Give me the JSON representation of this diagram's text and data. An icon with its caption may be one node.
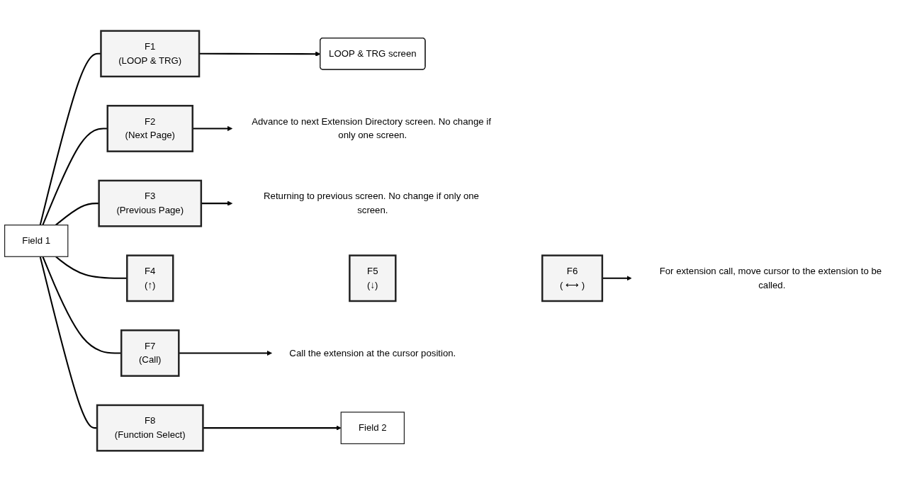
{
  "diagram": {
    "nodes": [
      {
        "text": [
          "Field 1"
        ]
      },
      {
        "text": [
          "F1",
          "(LOOP & TRG)"
        ]
      },
      {
        "text": [
          "LOOP & TRG screen"
        ]
      },
      {
        "text": [
          "F2",
          "(Next Page)"
        ]
      },
      {
        "text": [
          "Advance to next Extension Directory screen. No change if only one screen."
        ]
      },
      {
        "text": [
          "F3",
          "(Previous Page)"
        ]
      },
      {
        "text": [
          "Returning to previous screen. No change if only one screen."
        ]
      },
      {
        "text": [
          "F4",
          "(↑)"
        ]
      },
      {
        "text": [
          "F5",
          "(↓)"
        ]
      },
      {
        "text": [
          "F6",
          "( ⟷ )"
        ]
      },
      {
        "text": [
          "For extension call, move cursor to the extension to be called."
        ]
      },
      {
        "text": [
          "F7",
          "(Call)"
        ]
      },
      {
        "text": [
          "Call the extension at the cursor position."
        ]
      },
      {
        "text": [
          "F8",
          "(Function Select)"
        ]
      },
      {
        "text": [
          "Field 2"
        ]
      }
    ],
    "edges": [
      {
        "from": 0,
        "to": 1,
        "arrow": "none"
      },
      {
        "from": 0,
        "to": 3,
        "arrow": "none"
      },
      {
        "from": 0,
        "to": 5,
        "arrow": "none"
      },
      {
        "from": 0,
        "to": 7,
        "arrow": "none"
      },
      {
        "from": 0,
        "to": 11,
        "arrow": "none"
      },
      {
        "from": 0,
        "to": 13,
        "arrow": "none"
      },
      {
        "from": 1,
        "to": 2,
        "arrow": "to"
      },
      {
        "from": 3,
        "to": 4,
        "arrow": "to"
      },
      {
        "from": 5,
        "to": 6,
        "arrow": "to"
      },
      {
        "from": 9,
        "to": 10,
        "arrow": "to"
      },
      {
        "from": 11,
        "to": 12,
        "arrow": "to"
      },
      {
        "from": 13,
        "to": 14,
        "arrow": "to"
      }
    ]
  }
}
